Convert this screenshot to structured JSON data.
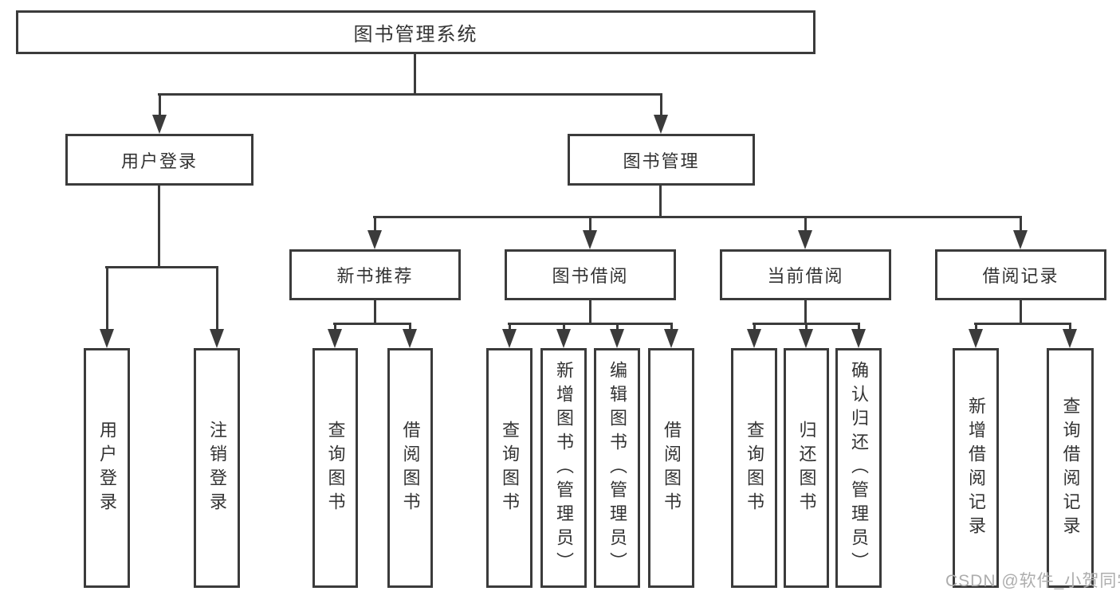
{
  "diagram_title": "图书管理系统",
  "tree": {
    "root": {
      "label": "图书管理系统",
      "children": [
        {
          "label": "用户登录",
          "children": [
            {
              "label": "用户登录"
            },
            {
              "label": "注销登录"
            }
          ]
        },
        {
          "label": "图书管理",
          "children": [
            {
              "label": "新书推荐",
              "children": [
                {
                  "label": "查询图书"
                },
                {
                  "label": "借阅图书"
                }
              ]
            },
            {
              "label": "图书借阅",
              "children": [
                {
                  "label": "查询图书"
                },
                {
                  "label": "新增图书（管理员）"
                },
                {
                  "label": "编辑图书（管理员）"
                },
                {
                  "label": "借阅图书"
                }
              ]
            },
            {
              "label": "当前借阅",
              "children": [
                {
                  "label": "查询图书"
                },
                {
                  "label": "归还图书"
                },
                {
                  "label": "确认归还（管理员）"
                }
              ]
            },
            {
              "label": "借阅记录",
              "children": [
                {
                  "label": "新增借阅记录"
                },
                {
                  "label": "查询借阅记录"
                }
              ]
            }
          ]
        }
      ]
    }
  },
  "watermark": {
    "text": "CSDN @软件_小贺同学"
  },
  "colors": {
    "line": "#3b3b3b",
    "text": "#333333",
    "background": "#ffffff",
    "watermark": "#adadad"
  }
}
